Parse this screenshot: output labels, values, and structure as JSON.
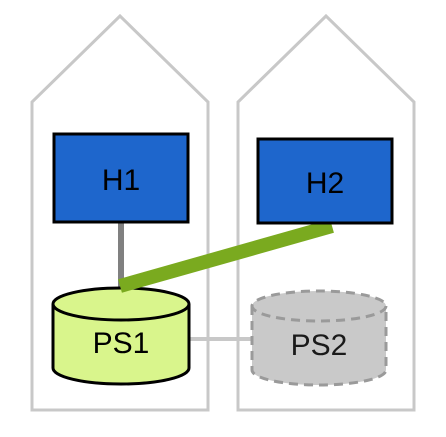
{
  "colors": {
    "background": "#ffffff",
    "house_outline": "#c8c8c8",
    "host_fill": "#1e66cc",
    "host_stroke": "#000000",
    "host_text": "#000000",
    "link_green": "#7aaa1f",
    "link_gray": "#808080",
    "link_light": "#c8c8c8",
    "ps1_fill": "#d9f58c",
    "ps1_stroke": "#000000",
    "ps2_fill": "#c9c9c9",
    "ps2_stroke": "#9a9a9a",
    "ps2_text": "#1a1a1a"
  },
  "hosts": [
    {
      "id": "h1",
      "label": "H1"
    },
    {
      "id": "h2",
      "label": "H2"
    }
  ],
  "storage": [
    {
      "id": "ps1",
      "label": "PS1",
      "state": "active"
    },
    {
      "id": "ps2",
      "label": "PS2",
      "state": "standby"
    }
  ]
}
